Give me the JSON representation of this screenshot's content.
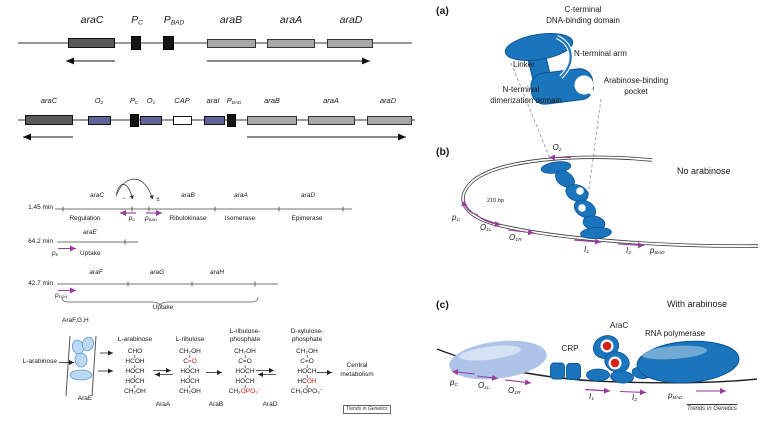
{
  "colors": {
    "protein_blue": "#1b75bc",
    "protein_blue_dark": "#0b5394",
    "light_blue": "#adc3e8",
    "operator_purple": "#62629b",
    "arrow_purple": "#993a9e",
    "gene_dark_gray": "#595959",
    "gene_light_gray": "#a8a8a8",
    "highlight_red": "#d42015"
  },
  "map1": {
    "genes": [
      {
        "label": "araC"
      },
      {
        "base": "P",
        "sub": "C"
      },
      {
        "base": "P",
        "sub": "BAD"
      },
      {
        "label": "araB"
      },
      {
        "label": "araA"
      },
      {
        "label": "araD"
      }
    ]
  },
  "map2": {
    "labels": [
      {
        "label": "araC"
      },
      {
        "base": "O",
        "sub": "2"
      },
      {
        "base": "P",
        "sub": "C"
      },
      {
        "base": "O",
        "sub": "1"
      },
      {
        "label": "CAP"
      },
      {
        "label": "araI"
      },
      {
        "base": "P",
        "sub": "BAD"
      },
      {
        "label": "araB"
      },
      {
        "label": "araA"
      },
      {
        "label": "araD"
      }
    ]
  },
  "loci": {
    "l1": {
      "pos": "1.45 min",
      "genes": [
        "araC",
        "araB",
        "araA",
        "araD"
      ],
      "funcs": [
        "Regulation",
        "Ribulokinase",
        "Isomerase",
        "Epimerase"
      ],
      "p1": {
        "base": "p",
        "sub": "C"
      },
      "p2": {
        "base": "p",
        "sub": "BAD"
      },
      "sign_minus": "−",
      "sign_pm": "±"
    },
    "l2": {
      "pos": "64.2 min",
      "gene": "araE",
      "p": {
        "base": "p",
        "sub": "E"
      },
      "func": "Uptake"
    },
    "l3": {
      "pos": "42.7 min",
      "genes": [
        "araF",
        "araG",
        "araH"
      ],
      "p": {
        "base": "p",
        "sub": "FGH"
      },
      "func": "Uptake"
    }
  },
  "pathway": {
    "transport_label": "AraF,G,H",
    "transporter": "AraE",
    "substrate": "L-arabinose",
    "compounds": [
      {
        "name1": "L-arabinose",
        "name2": "",
        "rows": [
          {
            "b": "CHO",
            "r": ""
          },
          {
            "b": "HCOH",
            "r": ""
          },
          {
            "b": "HOCH",
            "r": ""
          },
          {
            "b": "HOCH",
            "r": ""
          },
          {
            "b": "CH₂OH",
            "r": ""
          }
        ]
      },
      {
        "name1": "L-ribulose",
        "name2": "",
        "rows": [
          {
            "b": "CH₂OH",
            "r": ""
          },
          {
            "b": "C",
            "r": "=O"
          },
          {
            "b": "HOCH",
            "r": ""
          },
          {
            "b": "HOCH",
            "r": ""
          },
          {
            "b": "CH₂OH",
            "r": ""
          }
        ]
      },
      {
        "name1": "L-ribulose-",
        "name2": "phosphate",
        "rows": [
          {
            "b": "CH₂OH",
            "r": ""
          },
          {
            "b": "C=O",
            "r": ""
          },
          {
            "b": "HOCH",
            "r": ""
          },
          {
            "b": "HOCH",
            "r": ""
          },
          {
            "b": "CH₂",
            "r": "OPO₃⁻"
          }
        ]
      },
      {
        "name1": "D-xylulose-",
        "name2": "phosphate",
        "rows": [
          {
            "b": "CH₂OH",
            "r": ""
          },
          {
            "b": "C=O",
            "r": ""
          },
          {
            "b": "HOCH",
            "r": ""
          },
          {
            "b": "HC",
            "r": "OH"
          },
          {
            "b": "CH₂OPO₃⁻",
            "r": ""
          }
        ]
      }
    ],
    "enzymes": [
      "AraA",
      "AraB",
      "AraD"
    ],
    "output1": "Central",
    "output2": "metabolism",
    "stamp": "Trends in Genetics"
  },
  "panel_a": {
    "tag": "(a)",
    "l1a": "C-terminal",
    "l1b": "DNA-binding domain",
    "l2": "N-terminal arm",
    "l3": "Linker",
    "l4a": "Arabinose-binding",
    "l4b": "pocket",
    "l5a": "N-terminal",
    "l5b": "dimerization domain"
  },
  "panel_b": {
    "tag": "(b)",
    "condition": "No arabinose",
    "bp": "210 bp",
    "o2": {
      "base": "O",
      "sub": "2"
    },
    "pc": {
      "base": "p",
      "sub": "C"
    },
    "o1l": {
      "base": "O",
      "sub": "1L"
    },
    "o1r": {
      "base": "O",
      "sub": "1R"
    },
    "i1": {
      "base": "I",
      "sub": "1"
    },
    "i2": {
      "base": "I",
      "sub": "2"
    },
    "pbad": {
      "base": "p",
      "sub": "BAD"
    }
  },
  "panel_c": {
    "tag": "(c)",
    "condition": "With arabinose",
    "crp": "CRP",
    "arac": "AraC",
    "rnap": "RNA polymerase",
    "pc": {
      "base": "p",
      "sub": "C"
    },
    "o1l": {
      "base": "O",
      "sub": "1L"
    },
    "o1r": {
      "base": "O",
      "sub": "1R"
    },
    "i1": {
      "base": "I",
      "sub": "1"
    },
    "i2": {
      "base": "I",
      "sub": "2"
    },
    "pbad": {
      "base": "p",
      "sub": "BAD"
    },
    "stamp": "Trends in Genetics"
  }
}
